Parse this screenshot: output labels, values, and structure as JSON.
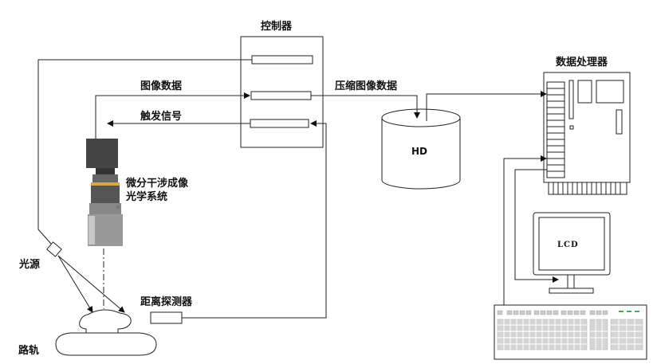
{
  "labels": {
    "controller": "控制器",
    "image_data": "图像数据",
    "trigger_signal": "触发信号",
    "compressed_image_data": "压缩图像数据",
    "hd": "HD",
    "data_processor": "数据处理器",
    "optics_line1": "微分干涉成像",
    "optics_line2": "光学系统",
    "light_source": "光源",
    "distance_probe": "距离探测器",
    "rail": "路轨",
    "lcd": "LCD"
  }
}
